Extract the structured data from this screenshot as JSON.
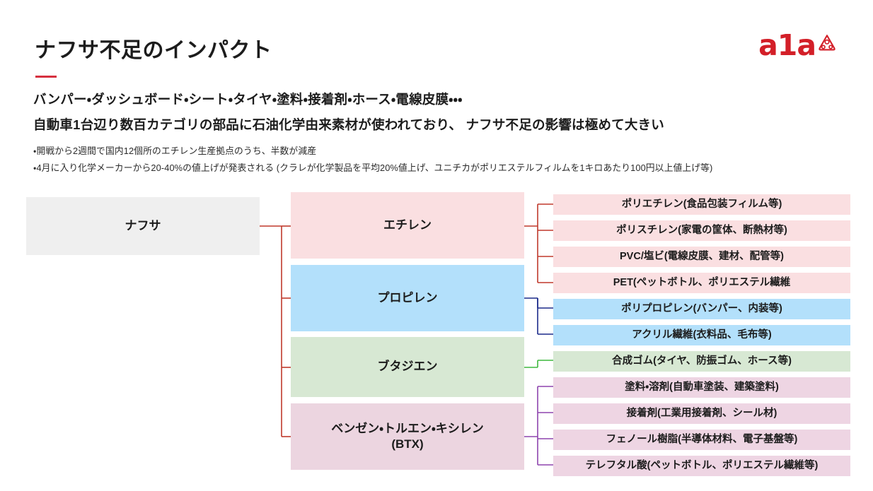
{
  "header": {
    "title": "ナフサ不足のインパクト",
    "accent_color": "#d6303f",
    "logo": {
      "text": "a1a",
      "mark": "triangle-emblem-icon",
      "color": "#d31f28"
    }
  },
  "summary": {
    "line1": "バンパー・ダッシュボード・シート・タイヤ・塗料・接着剤・ホース・電線皮膜・・・",
    "line2": "自動車1台辺り数百カテゴリの部品に石油化学由来素材が使われており、 ナフサ不足の影響は極めて大きい"
  },
  "bullets": [
    "・開戦から2週間で国内12個所のエチレン生産拠点のうち、半数が減産",
    "・4月に入り化学メーカーから20-40%の値上げが発表される (クラレが化学製品を平均20%値上げ、ユニチカがポリエステルフィルムを1キロあたり100円以上値上げ等)"
  ],
  "diagram": {
    "root": {
      "label": "ナフサ",
      "color": "#efefef"
    },
    "intermediates": [
      {
        "label": "エチレン",
        "color": "#fadfe1",
        "connector_color": "#c0392b"
      },
      {
        "label": "プロピレン",
        "color": "#b3e0fb",
        "connector_color": "#1b2a8a"
      },
      {
        "label": "ブタジエン",
        "color": "#d7e8d3",
        "connector_color": "#3fb83f"
      },
      {
        "label": "ベンゼン・トルエン・キシレン\n(BTX)",
        "color": "#ecd5e0",
        "connector_color": "#8e44ad"
      }
    ],
    "intermediate_labels": {
      "ethylene": "エチレン",
      "propylene": "プロピレン",
      "butadiene": "ブタジエン",
      "btx_line1": "ベンゼン・トルエン・キシレン",
      "btx_line2": "(BTX)"
    },
    "products": {
      "ethylene": [
        "ポリエチレン(食品包装フィルム等)",
        "ポリスチレン(家電の筐体、断熱材等)",
        "PVC/塩ビ(電線皮膜、建材、配管等)",
        "PET(ペットボトル、ポリエステル繊維"
      ],
      "propylene": [
        "ポリプロピレン(バンパー、内装等)",
        "アクリル繊維(衣料品、毛布等)"
      ],
      "butadiene": [
        "合成ゴム(タイヤ、防振ゴム、ホース等)"
      ],
      "btx": [
        "塗料・溶剤(自動車塗装、建築塗料)",
        "接着剤(工業用接着剤、シール材)",
        "フェノール樹脂(半導体材料、電子基盤等)",
        "テレフタル酸(ペットボトル、ポリエステル繊維等)"
      ]
    }
  }
}
